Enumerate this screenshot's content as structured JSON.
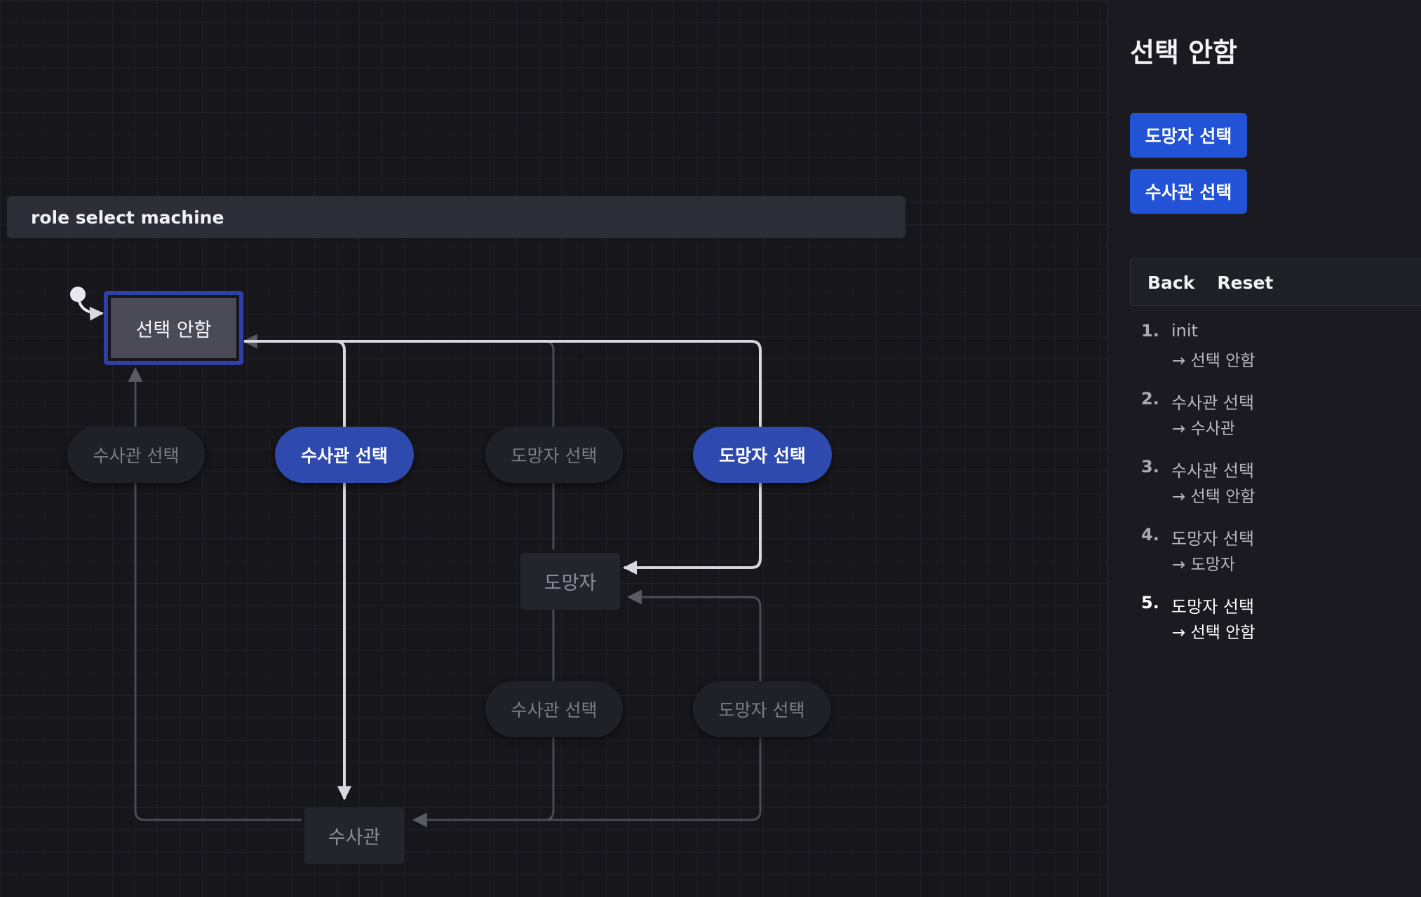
{
  "machine": {
    "title": "role select machine"
  },
  "states": {
    "none": "선택 안함",
    "fugitive": "도망자",
    "investigator": "수사관"
  },
  "events": {
    "none_to_investigator_label": "수사관 선택",
    "none_to_fugitive_label": "도망자 선택",
    "investigator_select_disabled_label": "수사관 선택",
    "fugitive_select_disabled_label": "도망자 선택",
    "fugitive_to_investigator_label": "수사관 선택",
    "investigator_to_fugitive_label": "도망자 선택"
  },
  "panel": {
    "title": "선택 안함",
    "event_buttons": [
      "도망자 선택",
      "수사관 선택"
    ],
    "back_label": "Back",
    "reset_label": "Reset",
    "history": [
      {
        "num": "1.",
        "event": "init",
        "target": "→ 선택 안함"
      },
      {
        "num": "2.",
        "event": "수사관 선택",
        "target": "→ 수사관"
      },
      {
        "num": "3.",
        "event": "수사관 선택",
        "target": "→ 선택 안함"
      },
      {
        "num": "4.",
        "event": "도망자 선택",
        "target": "→ 도망자"
      },
      {
        "num": "5.",
        "event": "도망자 선택",
        "target": "→ 선택 안함"
      }
    ]
  },
  "colors": {
    "active_state_border": "#2f3fa8",
    "enabled_event": "#2f4aaf",
    "panel_button": "#2253d6"
  }
}
